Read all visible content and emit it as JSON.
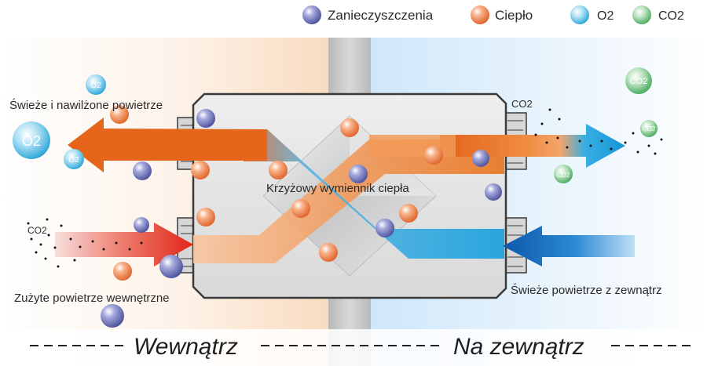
{
  "legend": {
    "pollution": "Zanieczyszczenia",
    "heat": "Ciepło",
    "o2": "O2",
    "co2": "CO2",
    "colors": {
      "pollution": "#6f74b8",
      "heat": "#f08a55",
      "o2": "#42b2dd",
      "co2": "#55b26a"
    }
  },
  "labels": {
    "fresh_humid_air": "Świeże i nawilżone powietrze",
    "exchanger": "Krzyżowy wymiennik ciepła",
    "used_inside_air": "Zużyte powietrze wewnętrzne",
    "fresh_outside_air": "Świeże powietrze z zewnątrz",
    "co2_left": "CO2",
    "co2_right": "CO2"
  },
  "zones": {
    "inside": "Wewnątrz",
    "outside": "Na zewnątrz"
  },
  "bubble_text": {
    "o2": "O2",
    "co2": "CO2"
  },
  "colors": {
    "warm_arrow": "#e8661a",
    "red_arrow": "#e3341c",
    "cool_arrow": "#1aa0dc",
    "deep_blue_arrow": "#1161b3",
    "inside_bg": "#fbe6d2",
    "outside_bg": "#dbeefb",
    "wall": "#c9c9c9",
    "unit": "#e3e3e3"
  }
}
